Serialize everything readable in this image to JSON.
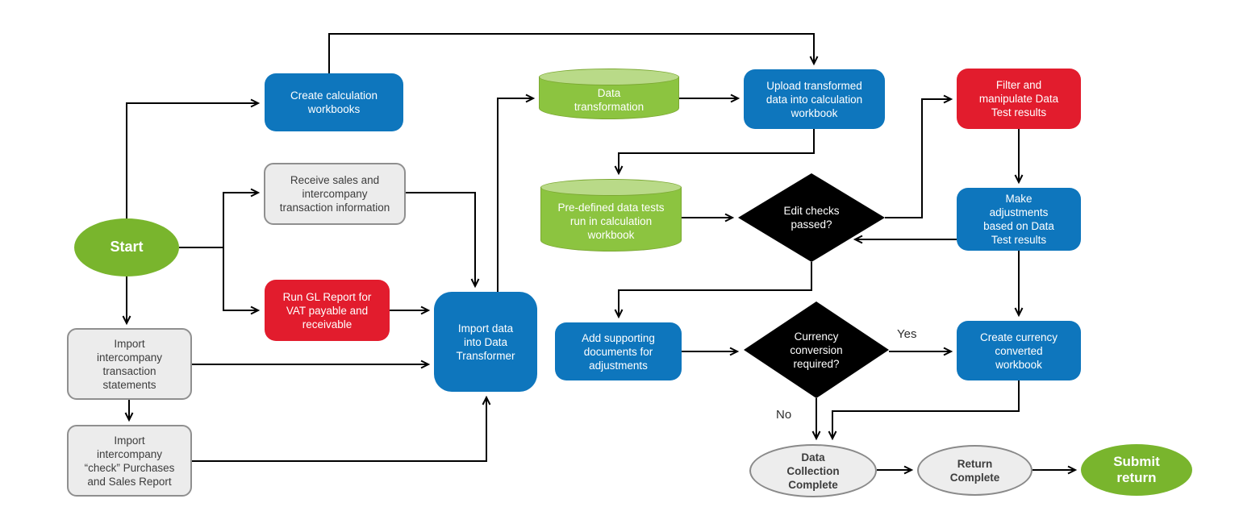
{
  "nodes": {
    "start": {
      "label": "Start"
    },
    "create_calculation_workbooks": {
      "label": "Create calculation\nworkbooks"
    },
    "receive_sales": {
      "label": "Receive sales and\nintercompany\ntransaction information"
    },
    "run_gl_report": {
      "label": "Run GL Report for\nVAT payable and\nreceivable"
    },
    "import_transaction_statements": {
      "label": "Import\nintercompany\ntransaction\nstatements"
    },
    "import_check_purchases": {
      "label": "Import\nintercompany\n“check” Purchases\nand Sales Report"
    },
    "import_data_transformer": {
      "label": "Import data\ninto Data\nTransformer"
    },
    "data_transformation": {
      "label": "Data\ntransformation"
    },
    "upload_transformed": {
      "label": "Upload transformed\ndata into calculation\nworkbook"
    },
    "pre_defined_tests": {
      "label": "Pre-defined data tests\nrun in calculation\nworkbook"
    },
    "edit_checks": {
      "label": "Edit checks\npassed?"
    },
    "filter_manipulate": {
      "label": "Filter and\nmanipulate Data\nTest results"
    },
    "make_adjustments": {
      "label": "Make\nadjustments\nbased on Data\nTest results"
    },
    "add_supporting_docs": {
      "label": "Add supporting\ndocuments for\nadjustments"
    },
    "currency_conversion": {
      "label": "Currency\nconversion\nrequired?"
    },
    "create_currency_workbook": {
      "label": "Create currency\nconverted\nworkbook"
    },
    "data_collection_complete": {
      "label": "Data\nCollection\nComplete"
    },
    "return_complete": {
      "label": "Return\nComplete"
    },
    "submit_return": {
      "label": "Submit\nreturn"
    }
  },
  "edge_labels": {
    "yes": "Yes",
    "no": "No"
  },
  "colors": {
    "blue": "#0e76bd",
    "red": "#e21c2d",
    "green": "#79b52d",
    "cylinder_body": "#8cc440",
    "cylinder_top": "#b9da88",
    "cylinder_border": "#7ba832",
    "gray_fill": "#ececec",
    "gray_border": "#8f8f8f",
    "diamond": "#000000",
    "line": "#000000",
    "text_dark": "#3d3d3d",
    "text_light": "#ffffff"
  }
}
